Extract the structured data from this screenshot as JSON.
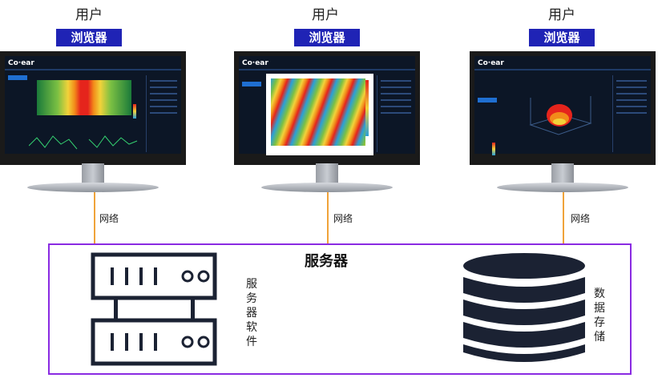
{
  "users": [
    {
      "label": "用户",
      "browser": "浏览器",
      "logo": "Co·ear"
    },
    {
      "label": "用户",
      "browser": "浏览器",
      "logo": "Co·ear"
    },
    {
      "label": "用户",
      "browser": "浏览器",
      "logo": "Co·ear"
    }
  ],
  "network_label": "网络",
  "server": {
    "title": "服务器",
    "software_label": "服务器软件",
    "storage_label": "数据存储"
  },
  "colors": {
    "browser_badge": "#1f23b5",
    "network_line": "#f0a33a",
    "server_border": "#8a2be2",
    "server_icon": "#1b2233"
  }
}
